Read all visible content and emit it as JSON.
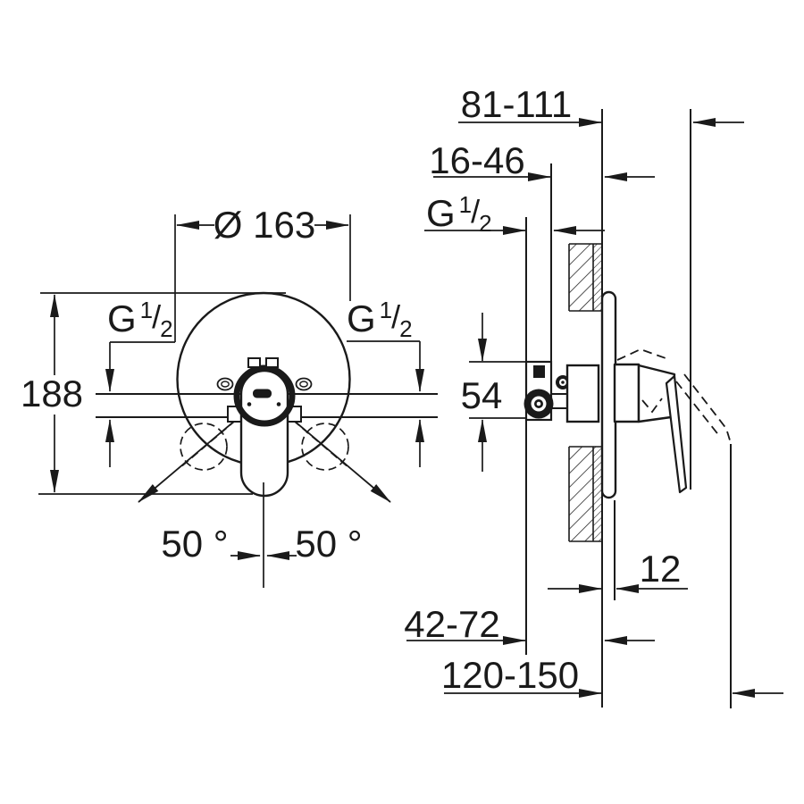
{
  "front_view": {
    "diameter": "Ø 163",
    "height": "188",
    "angle_left": "50 °",
    "angle_right": "50 °"
  },
  "side_view": {
    "protrusion_min_max": "81-111",
    "rough_in_depth": "16-46",
    "body_height": "54",
    "plate_thickness": "12",
    "embed_depth": "42-72",
    "total_depth": "120-150"
  },
  "thread": {
    "g": "G",
    "numerator": "1",
    "slash": "/",
    "denominator": "2"
  },
  "colors": {
    "line": "#1a1a1a",
    "background": "#ffffff"
  }
}
